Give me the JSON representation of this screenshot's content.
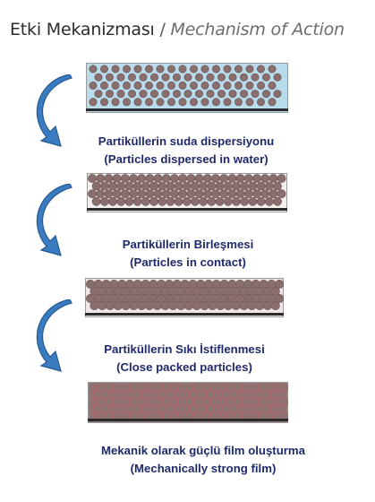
{
  "header": {
    "title_tr": "Etki Mekanizması",
    "separator": "/",
    "title_en": "Mechanism of Action"
  },
  "colors": {
    "water": "#b9dcec",
    "particle": "#8a6e6e",
    "particle_edge": "#6b5555",
    "substrate": "#2a2a2a",
    "caption": "#1f2a6b",
    "arrow": "#2f6aa8"
  },
  "stages": [
    {
      "label_tr": "Partiküllerin suda dispersiyonu",
      "label_en": "(Particles dispersed in water)",
      "state": "dispersed"
    },
    {
      "label_tr": "Partiküllerin Birleşmesi",
      "label_en": "(Particles in contact)",
      "state": "contact"
    },
    {
      "label_tr": "Partiküllerin Sıkı İstiflenmesi",
      "label_en": "(Close packed particles)",
      "state": "close-packed"
    },
    {
      "label_tr": "Mekanik olarak güçlü film oluşturma",
      "label_en": "(Mechanically strong film)",
      "state": "film"
    }
  ],
  "arrow_icon": "curved-down-right-arrow"
}
